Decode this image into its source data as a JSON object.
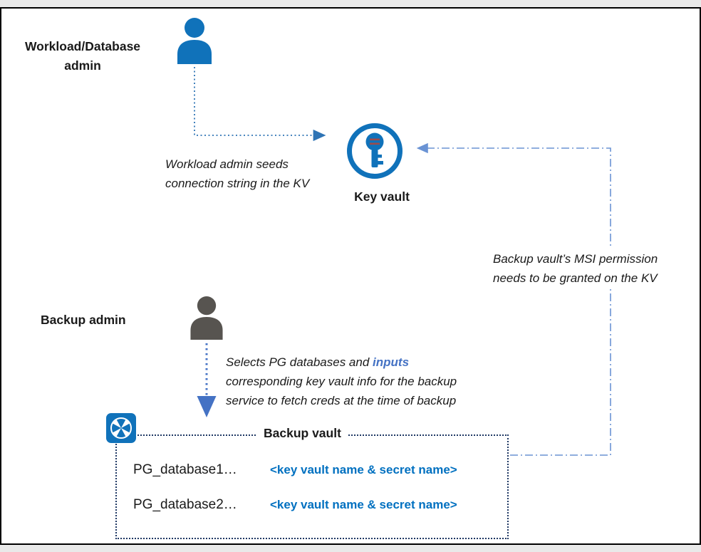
{
  "colors": {
    "workload_admin_person": "#1072BA",
    "backup_admin_person": "#575450",
    "key_vault_blue": "#1072BA",
    "key_slot_red": "#9E4B4B",
    "backup_vault_icon_blue": "#1072BA",
    "seed_arrow_blue": "#2E74B5",
    "inputs_arrow_blue": "#4472C4",
    "msi_dashdot_blue": "#6A93D4",
    "vault_box_border": "#1F3864",
    "secret_text_blue": "#0070C0",
    "inputs_highlight_blue": "#4472C4"
  },
  "labels": {
    "workload_admin": "Workload/Database admin",
    "backup_admin": "Backup admin",
    "key_vault": "Key vault",
    "backup_vault": "Backup vault"
  },
  "annotations": {
    "seed_line1": "Workload admin seeds",
    "seed_line2": "connection string in the KV",
    "msi_line1": "Backup vault’s MSI permission",
    "msi_line2": "needs to be granted on the KV",
    "selects_pre": "Selects PG databases and ",
    "selects_highlight": "inputs",
    "selects_line2": "corresponding key vault info for the backup",
    "selects_line3": "service to fetch creds at the time of  backup"
  },
  "backup_vault": {
    "rows": [
      {
        "db": "PG_database1…",
        "secret": "<key vault name & secret name>"
      },
      {
        "db": "PG_database2…",
        "secret": "<key vault name & secret name>"
      }
    ]
  }
}
